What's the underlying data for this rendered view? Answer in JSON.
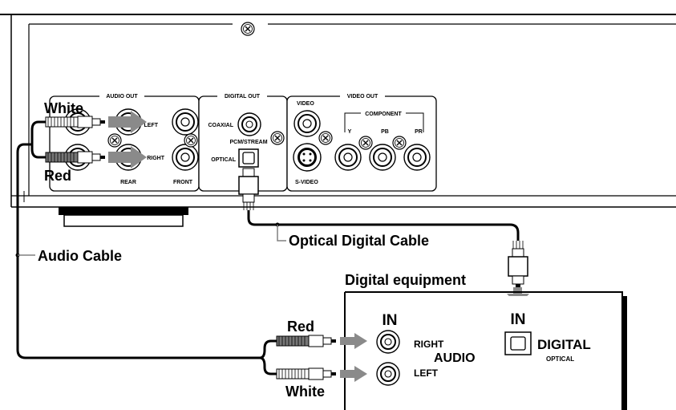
{
  "player": {
    "audio_out": {
      "title": "AUDIO OUT",
      "left": "LEFT",
      "right": "RIGHT",
      "rear": "REAR",
      "front": "FRONT"
    },
    "digital_out": {
      "title": "DIGITAL OUT",
      "coaxial": "COAXIAL",
      "pcm_stream": "PCM/STREAM",
      "optical": "OPTICAL"
    },
    "video_out": {
      "title": "VIDEO OUT",
      "video": "VIDEO",
      "component": "COMPONENT",
      "y": "Y",
      "pb": "PB",
      "pr": "PR",
      "s_video": "S-VIDEO"
    }
  },
  "labels": {
    "white_top": "White",
    "red_top": "Red",
    "audio_cable": "Audio Cable",
    "optical_cable": "Optical Digital Cable",
    "digital_equipment": "Digital equipment",
    "red_bottom": "Red",
    "white_bottom": "White"
  },
  "equipment": {
    "in_audio": "IN",
    "in_digital": "IN",
    "right": "RIGHT",
    "audio": "AUDIO",
    "left": "LEFT",
    "digital": "DIGITAL",
    "optical": "OPTICAL"
  }
}
